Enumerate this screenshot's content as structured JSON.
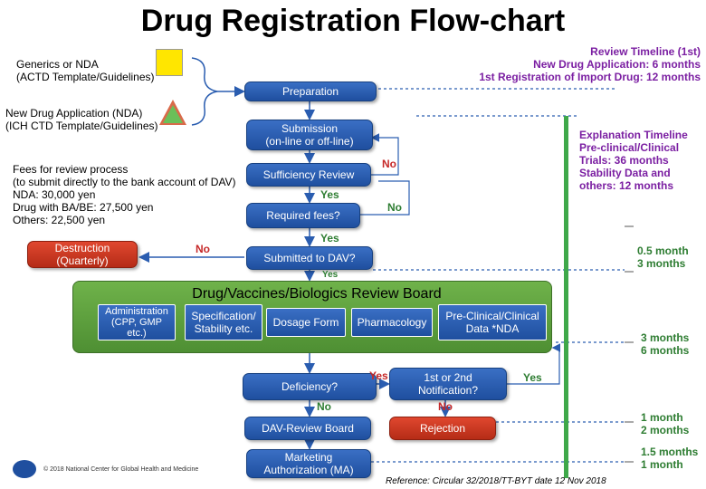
{
  "title": "Drug Registration Flow-chart",
  "review_timeline": {
    "line1": "Review Timeline (1st)",
    "line2": "New Drug Application: 6 months",
    "line3": "1st Registration of Import Drug: 12 months"
  },
  "generics": {
    "line1": "Generics or NDA",
    "line2": "(ACTD Template/Guidelines)"
  },
  "nda": {
    "line1": "New Drug Application (NDA)",
    "line2": "(ICH CTD Template/Guidelines)"
  },
  "fees": {
    "line1": "Fees for review process",
    "line2": "(to submit directly to the bank account of DAV)",
    "line3": "NDA: 30,000 yen",
    "line4": "Drug with BA/BE: 27,500 yen",
    "line5": "Others: 22,500 yen"
  },
  "explanation": {
    "line1": "Explanation Timeline",
    "line2": "Pre-clinical/Clinical",
    "line3": "Trials: 36 months",
    "line4": "Stability Data and",
    "line5": "others: 12 months"
  },
  "boxes": {
    "preparation": "Preparation",
    "submission_1": "Submission",
    "submission_2": "(on-line or off-line)",
    "sufficiency": "Sufficiency Review",
    "required_fees": "Required fees?",
    "destruction_1": "Destruction",
    "destruction_2": "(Quarterly)",
    "submitted_dav": "Submitted to DAV?",
    "board_title": "Drug/Vaccines/Biologics Review Board",
    "admin_1": "Administration",
    "admin_2": "(CPP, GMP",
    "admin_3": "etc.)",
    "spec_1": "Specification/",
    "spec_2": "Stability etc.",
    "dosage": "Dosage Form",
    "pharmacology": "Pharmacology",
    "preclinical_1": "Pre-Clinical/Clinical",
    "preclinical_2": "Data *NDA",
    "deficiency": "Deficiency?",
    "notification_1": "1st or 2nd",
    "notification_2": "Notification?",
    "dav_board": "DAV-Review Board",
    "rejection": "Rejection",
    "ma_1": "Marketing",
    "ma_2": "Authorization (MA)"
  },
  "labels": {
    "no_sufficiency": "No",
    "yes_sufficiency": "Yes",
    "no_fees": "No",
    "yes_fees": "Yes",
    "no_destruction": "No",
    "yes_dav": "Yes",
    "yes_deficiency": "Yes",
    "no_deficiency": "No",
    "no_notification": "No",
    "yes_notification": "Yes"
  },
  "timelines": {
    "t1_a": "0.5 month",
    "t1_b": "3 months",
    "t2_a": "3 months",
    "t2_b": "6 months",
    "t3_a": "1 month",
    "t3_b": "2 months",
    "t4_a": "1.5 months",
    "t4_b": "1 month"
  },
  "reference": "Reference: Circular 32/2018/TT-BYT date 12 Nov 2018",
  "footer": "© 2018 National Center for Global Health and Medicine",
  "colors": {
    "box": "#2a5db0",
    "board": "#5c9e3c",
    "red_box": "#d03a22",
    "timeline_bar": "#3fa84a"
  }
}
